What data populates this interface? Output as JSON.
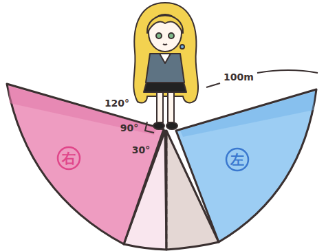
{
  "diagram": {
    "nodes": [
      {
        "text": [
          "右"
        ]
      },
      {
        "text": [
          "左"
        ]
      }
    ],
    "labels": [
      "120°",
      "90°",
      "30°",
      "100m"
    ]
  }
}
